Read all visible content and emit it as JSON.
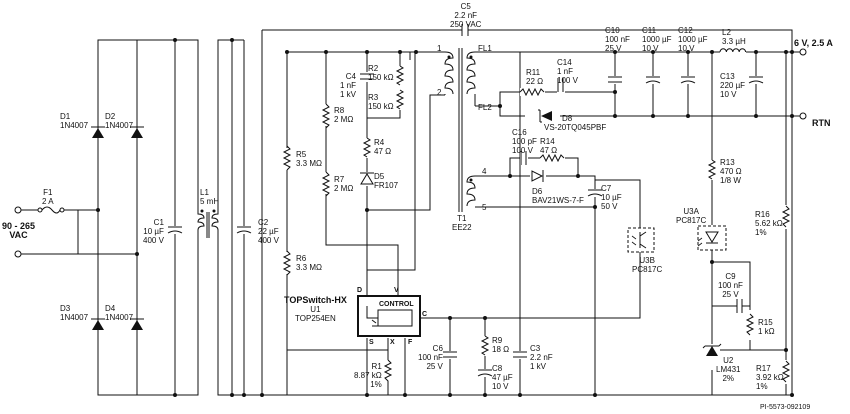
{
  "components": {
    "f1": {
      "ref": "F1",
      "value": "2 A"
    },
    "l1": {
      "ref": "L1",
      "value": "5 mH"
    },
    "d1": {
      "ref": "D1",
      "value": "1N4007"
    },
    "d2": {
      "ref": "D2",
      "value": "1N4007"
    },
    "d3": {
      "ref": "D3",
      "value": "1N4007"
    },
    "d4": {
      "ref": "D4",
      "value": "1N4007"
    },
    "c1": {
      "ref": "C1",
      "value": "10 µF",
      "rating": "400 V"
    },
    "c2": {
      "ref": "C2",
      "value": "22 µF",
      "rating": "400 V"
    },
    "c3": {
      "ref": "C3",
      "value": "2.2 nF",
      "rating": "1 kV"
    },
    "c4": {
      "ref": "C4",
      "value": "1 nF",
      "rating": "1 kV"
    },
    "c5": {
      "ref": "C5",
      "value": "2.2 nF",
      "rating": "250 VAC"
    },
    "c6": {
      "ref": "C6",
      "value": "100 nF",
      "rating": "25 V"
    },
    "c7": {
      "ref": "C7",
      "value": "10 µF",
      "rating": "50 V"
    },
    "c8": {
      "ref": "C8",
      "value": "47 µF",
      "rating": "10 V"
    },
    "c9": {
      "ref": "C9",
      "value": "100 nF",
      "rating": "25 V"
    },
    "c10": {
      "ref": "C10",
      "value": "100 nF",
      "rating": "25 V"
    },
    "c11": {
      "ref": "C11",
      "value": "1000 µF",
      "rating": "10 V"
    },
    "c12": {
      "ref": "C12",
      "value": "1000 µF",
      "rating": "10 V"
    },
    "c13": {
      "ref": "C13",
      "value": "220 µF",
      "rating": "10 V"
    },
    "c14": {
      "ref": "C14",
      "value": "1 nF",
      "rating": "100 V"
    },
    "c16": {
      "ref": "C16",
      "value": "100 pF",
      "rating": "100 V"
    },
    "r1": {
      "ref": "R1",
      "value": "8.87 kΩ",
      "tol": "1%"
    },
    "r2": {
      "ref": "R2",
      "value": "150 kΩ"
    },
    "r3": {
      "ref": "R3",
      "value": "150 kΩ"
    },
    "r4": {
      "ref": "R4",
      "value": "47 Ω"
    },
    "r5": {
      "ref": "R5",
      "value": "3.3 MΩ"
    },
    "r6": {
      "ref": "R6",
      "value": "3.3 MΩ"
    },
    "r7": {
      "ref": "R7",
      "value": "2 MΩ"
    },
    "r8": {
      "ref": "R8",
      "value": "2 MΩ"
    },
    "r9": {
      "ref": "R9",
      "value": "18 Ω"
    },
    "r11": {
      "ref": "R11",
      "value": "22 Ω"
    },
    "r13": {
      "ref": "R13",
      "value": "470 Ω",
      "rating": "1/8 W"
    },
    "r14": {
      "ref": "R14",
      "value": "47 Ω"
    },
    "r15": {
      "ref": "R15",
      "value": "1 kΩ"
    },
    "r16": {
      "ref": "R16",
      "value": "5.62 kΩ",
      "tol": "1%"
    },
    "r17": {
      "ref": "R17",
      "value": "3.92 kΩ",
      "tol": "1%"
    },
    "l2": {
      "ref": "L2",
      "value": "3.3 µH"
    },
    "d5": {
      "ref": "D5",
      "value": "FR107"
    },
    "d6": {
      "ref": "D6",
      "value": "BAV21WS-7-F"
    },
    "d8": {
      "ref": "D8",
      "value": "VS-20TQ045PBF"
    },
    "t1": {
      "ref": "T1",
      "value": "EE22"
    },
    "u1": {
      "name": "TOPSwitch-HX",
      "ref": "U1",
      "value": "TOP254EN",
      "block": "CONTROL"
    },
    "u2": {
      "ref": "U2",
      "value": "LM431",
      "tol": "2%"
    },
    "u3a": {
      "ref": "U3A",
      "value": "PC817C"
    },
    "u3b": {
      "ref": "U3B",
      "value": "PC817C"
    }
  },
  "pins": {
    "d": "D",
    "v": "V",
    "c": "C",
    "s": "S",
    "x": "X",
    "f": "F"
  },
  "transformer_pins": {
    "p1": "1",
    "p2": "2",
    "p4": "4",
    "p5": "5",
    "fl1": "FL1",
    "fl2": "FL2"
  },
  "input": {
    "line1": "90 - 265",
    "line2": "VAC"
  },
  "output": {
    "positive": "6 V, 2.5 A",
    "return": "RTN"
  },
  "footer": "PI-5573-092109"
}
